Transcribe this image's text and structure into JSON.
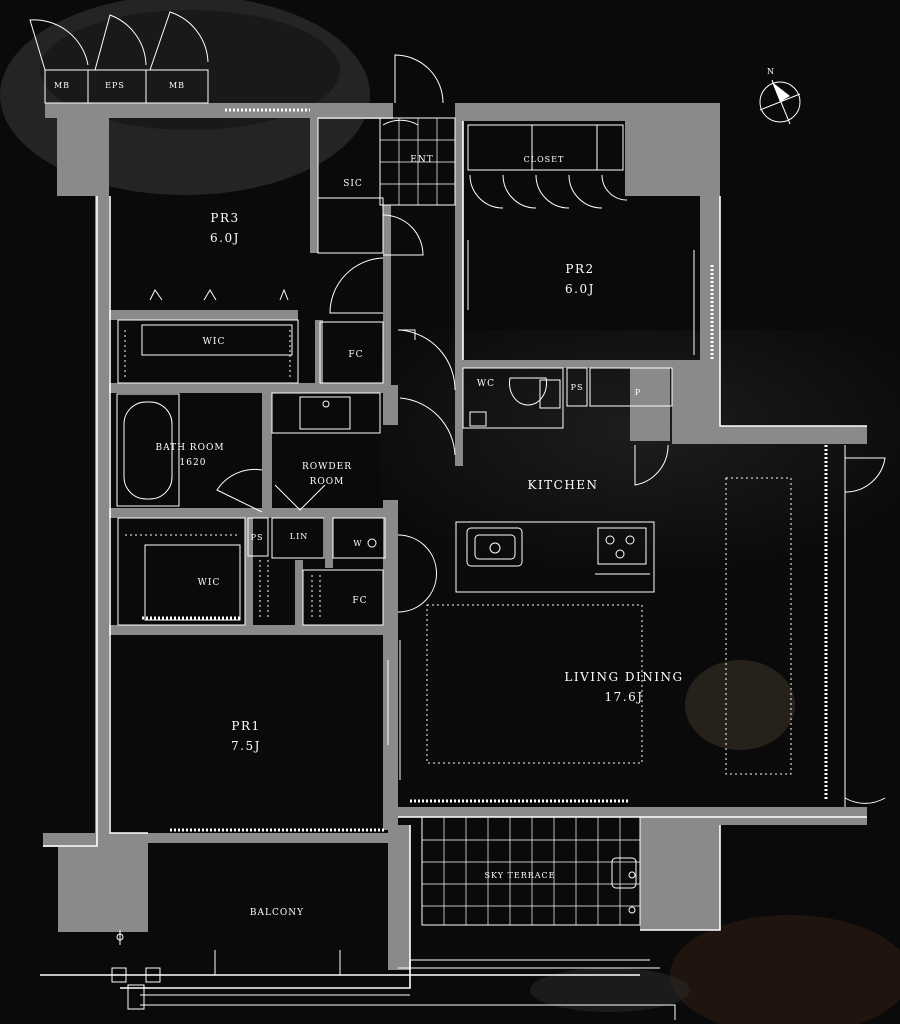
{
  "background_color": "#0a0a0a",
  "wall_color": "#8a8a8a",
  "line_color": "#ffffff",
  "compass": {
    "north_label": "N"
  },
  "rooms": {
    "mb_left": "MB",
    "eps": "EPS",
    "mb_right": "MB",
    "ent": "ENT",
    "sic": "SIC",
    "closet": "CLOSET",
    "pr3_name": "PR3",
    "pr3_size": "6.0J",
    "pr2_name": "PR2",
    "pr2_size": "6.0J",
    "wic_top": "WIC",
    "fc_top": "FC",
    "wc": "WC",
    "ps_top": "PS",
    "p": "P",
    "bath_name": "BATH ROOM",
    "bath_size": "1620",
    "powder_line1": "ROWDER",
    "powder_line2": "ROOM",
    "kitchen": "KITCHEN",
    "ps_mid": "PS",
    "lin": "LIN",
    "w": "W",
    "wic_mid": "WIC",
    "fc_mid": "FC",
    "living_name": "LIVING DINING",
    "living_size": "17.6J",
    "pr1_name": "PR1",
    "pr1_size": "7.5J",
    "sky_terrace": "SKY TERRACE",
    "balcony": "BALCONY"
  }
}
